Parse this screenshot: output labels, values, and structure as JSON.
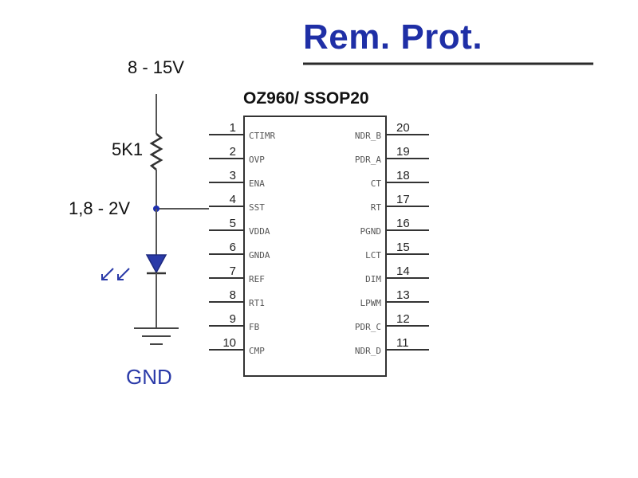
{
  "title": "Rem. Prot.",
  "supply_label": "8 - 15V",
  "resistor_label": "5K1",
  "node_voltage_label": "1,8 - 2V",
  "ground_label": "GND",
  "ic_label": "OZ960/ SSOP20",
  "icons": {
    "resistor": "resistor-zigzag-icon",
    "led": "led-diode-icon",
    "light_rays": "light-emission-arrows-icon",
    "ground": "ground-symbol-icon"
  },
  "colors": {
    "title": "#1f2fa6",
    "title_underline": "#2a2a2a",
    "wire": "#555555",
    "node": "#1e2fb0",
    "annotation_text": "#2a3aa8",
    "label_text": "#111111",
    "pin_number": "#222222",
    "pin_name": "#555555"
  },
  "left_pins": [
    {
      "num": "1",
      "name": "CTIMR"
    },
    {
      "num": "2",
      "name": "OVP"
    },
    {
      "num": "3",
      "name": "ENA"
    },
    {
      "num": "4",
      "name": "SST"
    },
    {
      "num": "5",
      "name": "VDDA"
    },
    {
      "num": "6",
      "name": "GNDA"
    },
    {
      "num": "7",
      "name": "REF"
    },
    {
      "num": "8",
      "name": "RT1"
    },
    {
      "num": "9",
      "name": "FB"
    },
    {
      "num": "10",
      "name": "CMP"
    }
  ],
  "right_pins": [
    {
      "num": "20",
      "name": "NDR_B"
    },
    {
      "num": "19",
      "name": "PDR_A"
    },
    {
      "num": "18",
      "name": "CT"
    },
    {
      "num": "17",
      "name": "RT"
    },
    {
      "num": "16",
      "name": "PGND"
    },
    {
      "num": "15",
      "name": "LCT"
    },
    {
      "num": "14",
      "name": "DIM"
    },
    {
      "num": "13",
      "name": "LPWM"
    },
    {
      "num": "12",
      "name": "PDR_C"
    },
    {
      "num": "11",
      "name": "NDR_D"
    }
  ]
}
